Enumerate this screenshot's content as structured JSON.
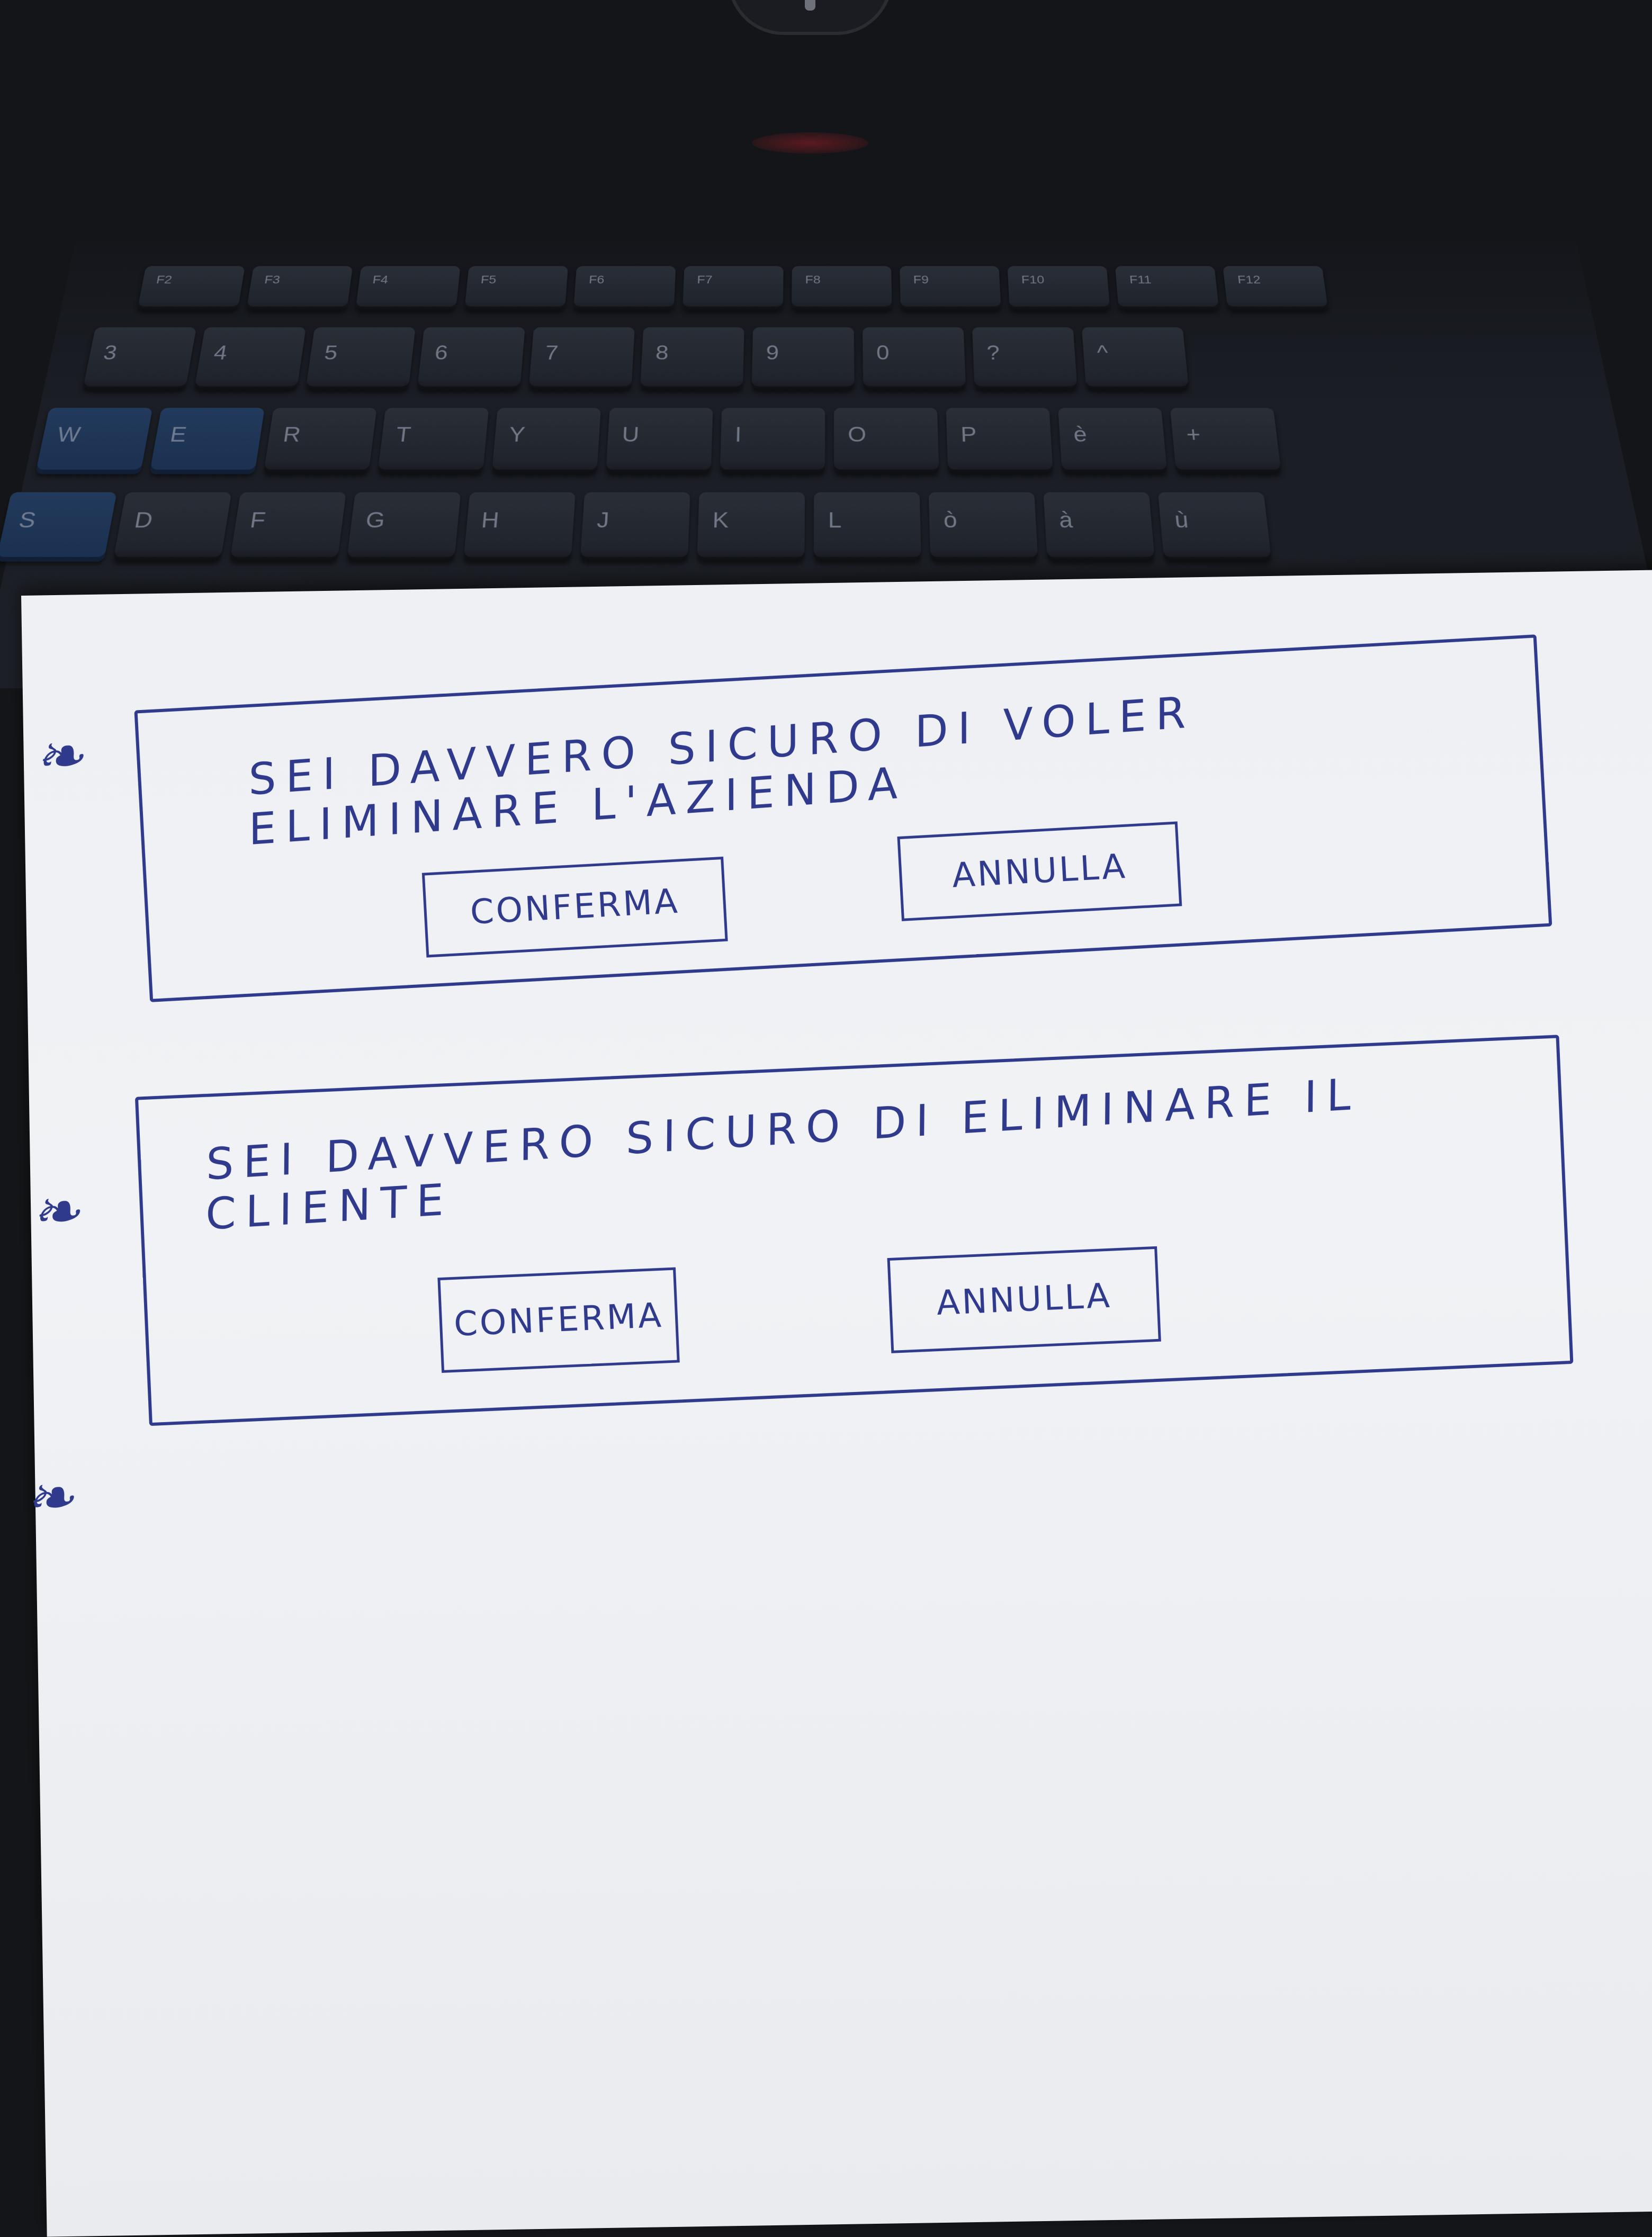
{
  "keyboard": {
    "function_keys": [
      "F2",
      "F3",
      "F4",
      "F5",
      "F6",
      "F7",
      "F8",
      "F9",
      "F10",
      "F11",
      "F12"
    ],
    "number_row": [
      "3",
      "4",
      "5",
      "6",
      "7",
      "8",
      "9",
      "0",
      "?",
      "^"
    ],
    "top_row": [
      "W",
      "E",
      "R",
      "T",
      "Y",
      "U",
      "I",
      "O",
      "P",
      "è",
      "+"
    ],
    "home_row": [
      "S",
      "D",
      "F",
      "G",
      "H",
      "J",
      "K",
      "L",
      "ò",
      "à",
      "ù"
    ]
  },
  "dialogs": [
    {
      "message": "SEI DAVVERO SICURO DI VOLER ELIMINARE L'AZIENDA",
      "confirm_label": "CONFERMA",
      "cancel_label": "ANNULLA"
    },
    {
      "message": "SEI DAVVERO SICURO DI ELIMINARE IL CLIENTE",
      "confirm_label": "CONFERMA",
      "cancel_label": "ANNULLA"
    }
  ],
  "colors": {
    "ink": "#2f3a8c",
    "paper": "#eef0f3",
    "background": "#141518"
  }
}
